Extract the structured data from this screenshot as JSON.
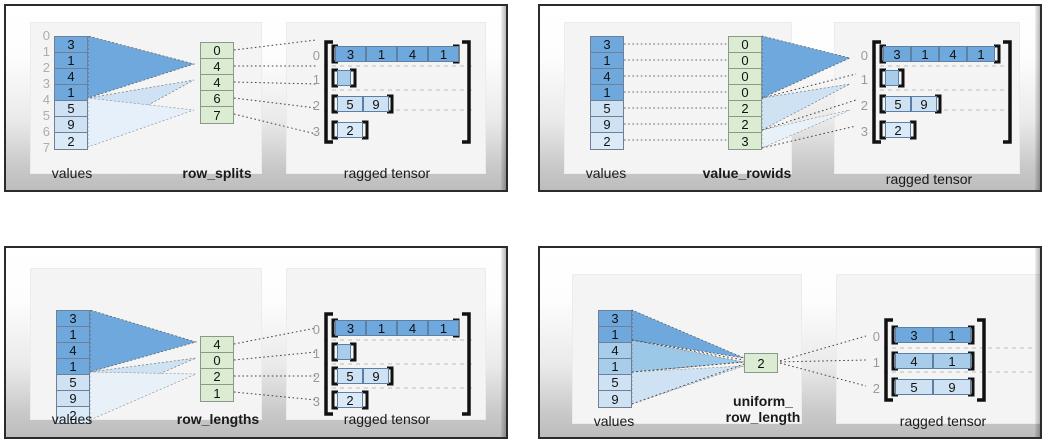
{
  "figure": {
    "title_absent": true,
    "panels": [
      {
        "id": "row-splits",
        "encoding_label": "row_splits",
        "values_label": "values",
        "tensor_label": "ragged tensor",
        "values": [
          3,
          1,
          4,
          1,
          5,
          9,
          2
        ],
        "value_indices": [
          "0",
          "1",
          "2",
          "3",
          "4",
          "5",
          "6",
          "7"
        ],
        "encoding_values": [
          0,
          4,
          4,
          6,
          7
        ],
        "row_indices": [
          "0",
          "1",
          "2",
          "3"
        ],
        "rows": [
          [
            3,
            1,
            4,
            1
          ],
          [],
          [
            5,
            9
          ],
          [
            2
          ]
        ]
      },
      {
        "id": "value-rowids",
        "encoding_label": "value_rowids",
        "values_label": "values",
        "tensor_label": "ragged tensor",
        "values": [
          3,
          1,
          4,
          1,
          5,
          9,
          2
        ],
        "encoding_values": [
          0,
          0,
          0,
          0,
          2,
          2,
          3
        ],
        "row_indices": [
          "0",
          "1",
          "2",
          "3"
        ],
        "rows": [
          [
            3,
            1,
            4,
            1
          ],
          [],
          [
            5,
            9
          ],
          [
            2
          ]
        ]
      },
      {
        "id": "row-lengths",
        "encoding_label": "row_lengths",
        "values_label": "values",
        "tensor_label": "ragged tensor",
        "values": [
          3,
          1,
          4,
          1,
          5,
          9,
          2
        ],
        "encoding_values": [
          4,
          0,
          2,
          1
        ],
        "row_indices": [
          "0",
          "1",
          "2",
          "3"
        ],
        "rows": [
          [
            3,
            1,
            4,
            1
          ],
          [],
          [
            5,
            9
          ],
          [
            2
          ]
        ]
      },
      {
        "id": "uniform-row-length",
        "encoding_label": "uniform_\nrow_length",
        "values_label": "values",
        "tensor_label": "ragged tensor",
        "values": [
          3,
          1,
          4,
          1,
          5,
          9
        ],
        "encoding_values": [
          2
        ],
        "row_indices": [
          "0",
          "1",
          "2"
        ],
        "rows": [
          [
            3,
            1
          ],
          [
            4,
            1
          ],
          [
            5,
            9
          ]
        ]
      }
    ],
    "colors": {
      "value_dark": "#6fa8dc",
      "value_mid": "#a8cdeb",
      "value_light": "#cfe2f3",
      "value_lightest": "#dbeaf7",
      "encoding_green": "#dcecd3",
      "bracket": "#111111",
      "index_gray": "#adadad",
      "panel_border": "#2b2b2b"
    }
  }
}
